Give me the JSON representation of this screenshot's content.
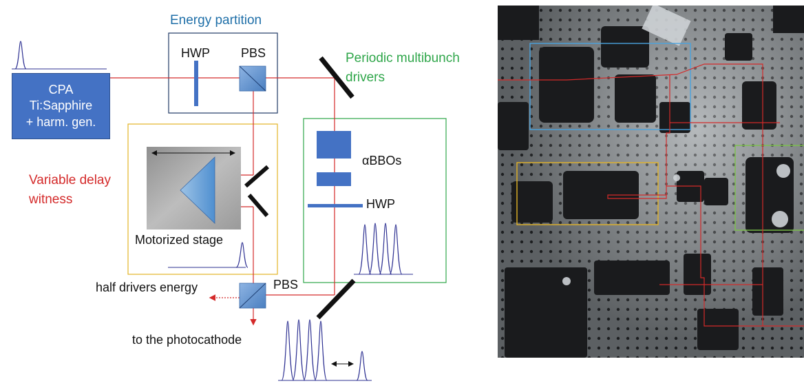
{
  "labels": {
    "energy_partition": "Energy partition",
    "hwp_top": "HWP",
    "pbs_top": "PBS",
    "periodic_multibunch": "Periodic multibunch",
    "drivers": "drivers",
    "cpa_line1": "CPA",
    "cpa_line2": "Ti:Sapphire",
    "cpa_line3": "+ harm. gen.",
    "variable_delay": "Variable delay",
    "witness": "witness",
    "motorized_stage": "Motorized stage",
    "abbos": "αBBOs",
    "hwp_green": "HWP",
    "half_drivers_energy": "half drivers energy",
    "pbs_bottom": "PBS",
    "to_photocathode": "to the photocathode"
  },
  "colors": {
    "energy_partition_box": "#1f3864",
    "energy_partition_text": "#1f6fa8",
    "witness_box": "#e3b326",
    "witness_text": "#d42a2a",
    "drivers_box": "#2fa64a",
    "drivers_text": "#2fa64a",
    "laser_beam": "#d42a2a",
    "optic_blue": "#4472c4",
    "pulse_trace": "#2e3192"
  },
  "photo": {
    "overlay_colors": [
      "#4aa3df",
      "#e3b326",
      "#7cc24a",
      "#d42a2a"
    ]
  }
}
